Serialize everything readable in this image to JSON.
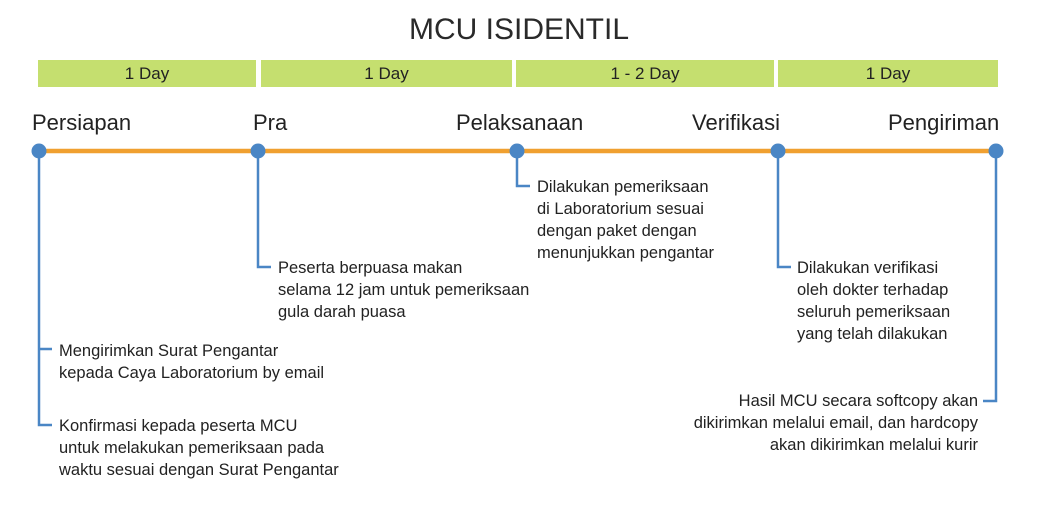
{
  "title": "MCU ISIDENTIL",
  "durations": [
    "1 Day",
    "1 Day",
    "1 - 2 Day",
    "1 Day"
  ],
  "stages": [
    "Persiapan",
    "Pra",
    "Pelaksanaan",
    "Verifikasi",
    "Pengiriman"
  ],
  "notes": {
    "persiapan_1": [
      "Mengirimkan Surat Pengantar",
      "kepada Caya Laboratorium by email"
    ],
    "persiapan_2": [
      "Konfirmasi kepada peserta MCU",
      "untuk melakukan pemeriksaan pada",
      "waktu sesuai dengan Surat Pengantar"
    ],
    "pra": [
      "Peserta berpuasa makan",
      "selama 12 jam untuk pemeriksaan",
      "gula darah puasa"
    ],
    "pelaksanaan": [
      "Dilakukan pemeriksaan",
      "di Laboratorium sesuai",
      "dengan paket dengan",
      "menunjukkan pengantar"
    ],
    "verifikasi": [
      "Dilakukan verifikasi",
      "oleh dokter terhadap",
      "seluruh pemeriksaan",
      "yang telah dilakukan"
    ],
    "pengiriman": [
      "Hasil MCU secara softcopy akan",
      "dikirimkan melalui email, dan hardcopy",
      "akan dikirimkan melalui kurir"
    ]
  },
  "colors": {
    "timeline": "#f0a030",
    "node": "#4a86c5",
    "connector": "#4a86c5",
    "duration_bar": "#c5df6f"
  }
}
